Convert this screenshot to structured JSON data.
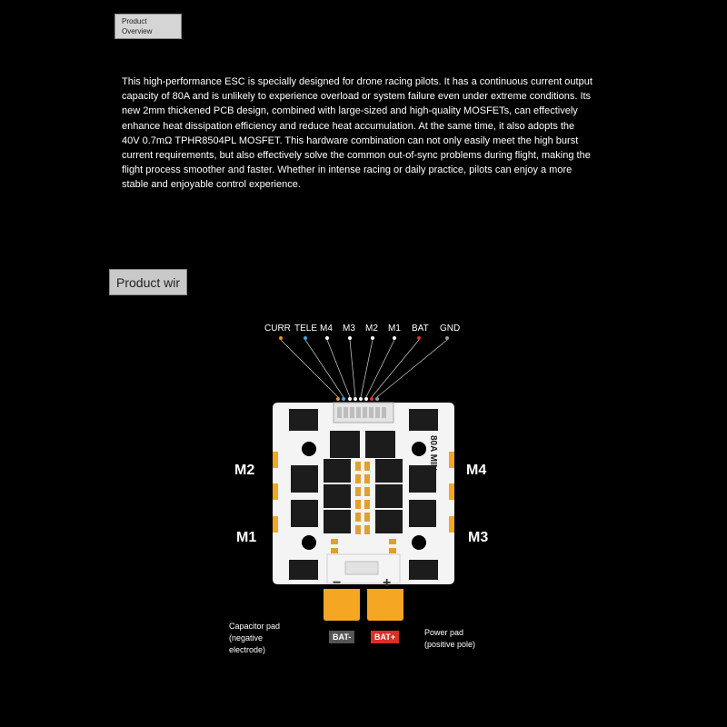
{
  "overview_tag": {
    "line1": "Product",
    "line2": "Overview"
  },
  "description": "This high-performance ESC is specially designed for drone racing pilots. It has a continuous current output capacity of 80A and is unlikely to experience overload or system failure even under extreme conditions. Its new 2mm thickened PCB design, combined with large-sized and high-quality MOSFETs, can effectively enhance heat dissipation efficiency and reduce heat accumulation. At the same time, it also adopts the 40V 0.7mΩ TPHR8504PL MOSFET. This hardware combination can not only easily meet the high burst current requirements, but also effectively solve the common out-of-sync problems during flight, making the flight process smoother and faster. Whether in intense racing or daily practice, pilots can enjoy a more stable and enjoyable control experience.",
  "wiring_tag": "Product wir",
  "pins": [
    {
      "label": "CURR",
      "color": "#f08a2c"
    },
    {
      "label": "TELE",
      "color": "#3aa6e0"
    },
    {
      "label": "M4",
      "color": "#ffffff"
    },
    {
      "label": "M3",
      "color": "#ffffff"
    },
    {
      "label": "M2",
      "color": "#ffffff"
    },
    {
      "label": "M1",
      "color": "#ffffff"
    },
    {
      "label": "BAT",
      "color": "#e0302a"
    },
    {
      "label": "GND",
      "color": "#9a9a9a"
    }
  ],
  "motor_labels": {
    "m2": "M2",
    "m4": "M4",
    "m1": "M1",
    "m3": "M3"
  },
  "board_text": "80A MIN",
  "pad_signs": {
    "minus": "−",
    "plus": "+"
  },
  "capacitor_note": {
    "line1": "Capacitor pad",
    "line2": "(negative",
    "line3": "electrode)"
  },
  "power_note": {
    "line1": "Power pad",
    "line2": "(positive pole)"
  },
  "bat_minus": {
    "label": "BAT-",
    "color": "#555555"
  },
  "bat_plus": {
    "label": "BAT+",
    "color": "#d93025"
  },
  "colors": {
    "pad": "#f5a623",
    "board": "#f4f4f4",
    "mosfet": "#1c1c1c"
  }
}
